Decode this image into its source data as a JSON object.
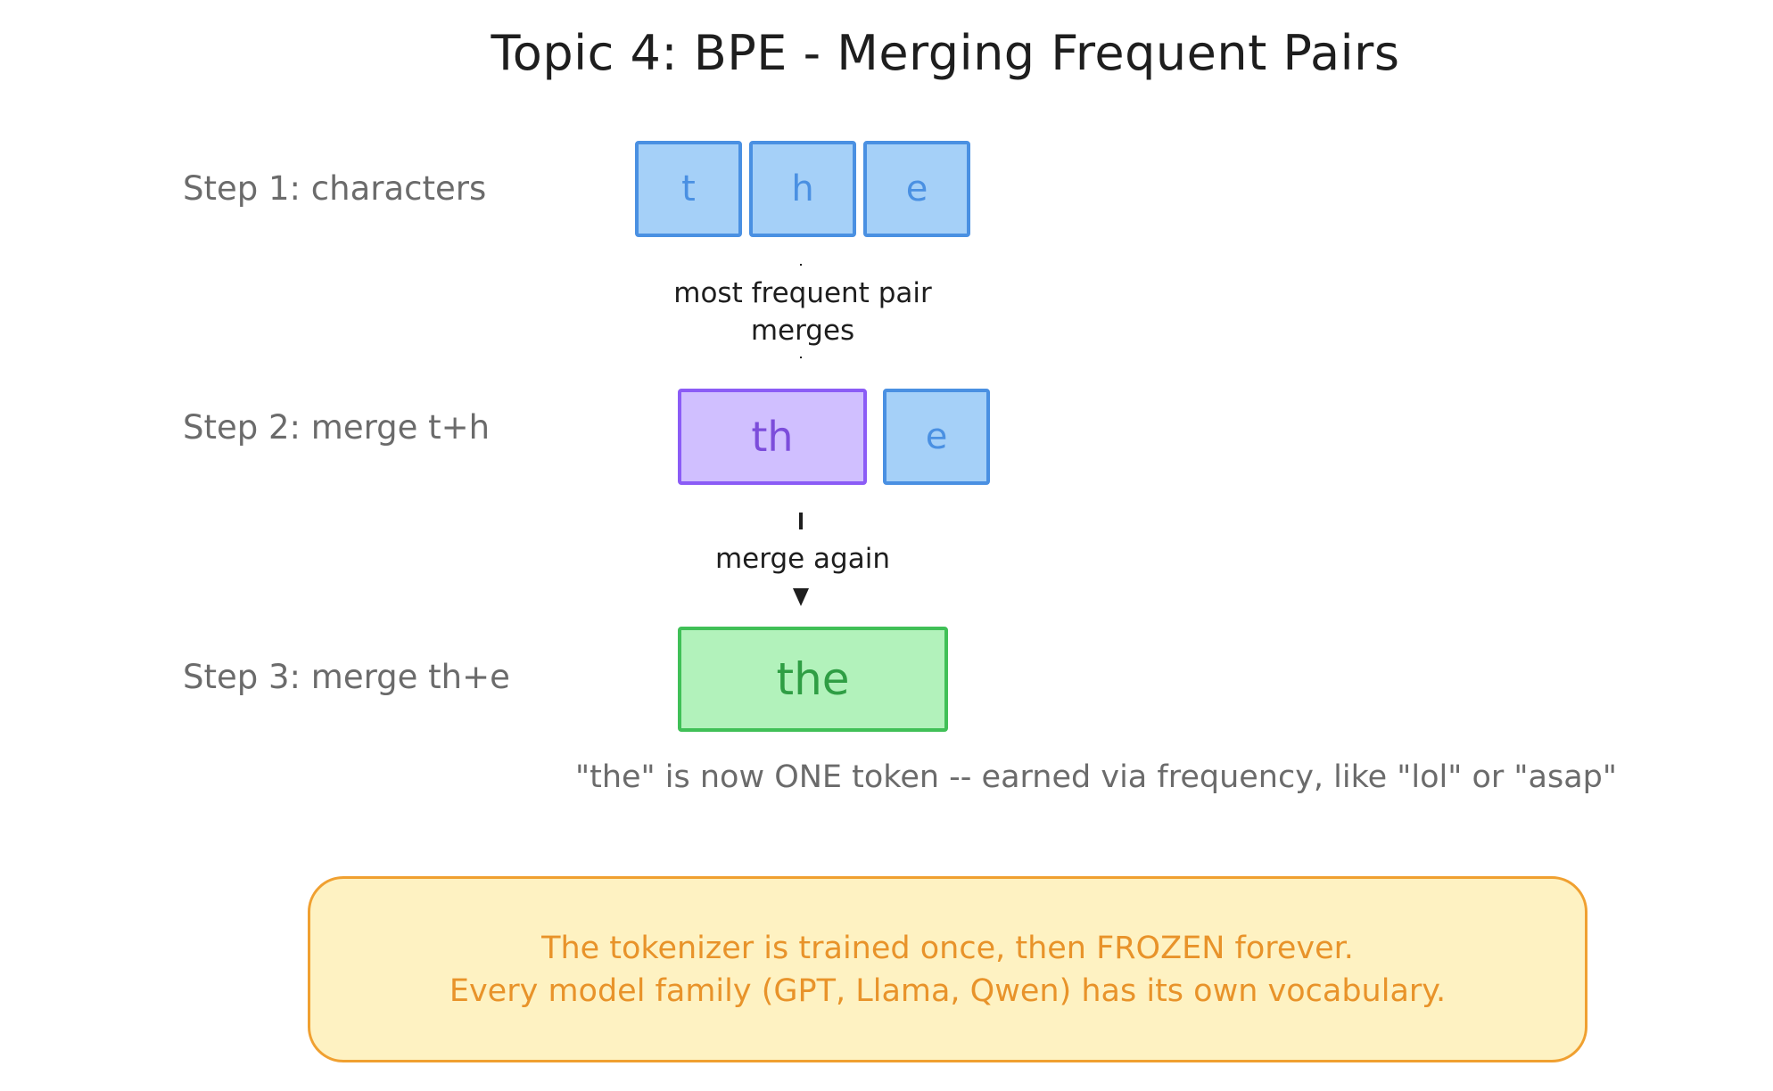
{
  "title": "Topic 4: BPE - Merging Frequent Pairs",
  "steps": [
    {
      "label": "Step 1: characters",
      "tokens": [
        "t",
        "h",
        "e"
      ]
    },
    {
      "label": "Step 2: merge t+h",
      "tokens": [
        "th",
        "e"
      ]
    },
    {
      "label": "Step 3: merge th+e",
      "tokens": [
        "the"
      ]
    }
  ],
  "arrows": {
    "first": {
      "line1": "most frequent pair",
      "line2": "merges"
    },
    "second": {
      "label": "merge again"
    }
  },
  "note": "\"the\" is now ONE token -- earned via frequency, like \"lol\" or \"asap\"",
  "callout": {
    "line1": "The tokenizer is trained once, then FROZEN forever.",
    "line2": "Every model family (GPT, Llama, Qwen) has its own vocabulary."
  },
  "colors": {
    "blue_fill": "#a5d0f8",
    "blue_stroke": "#4a90e2",
    "purple_fill": "#d0bfff",
    "purple_stroke": "#8b5cf6",
    "green_fill": "#b2f2bb",
    "green_stroke": "#40c057",
    "callout_fill": "#fef2c2",
    "callout_stroke": "#f0a030"
  }
}
